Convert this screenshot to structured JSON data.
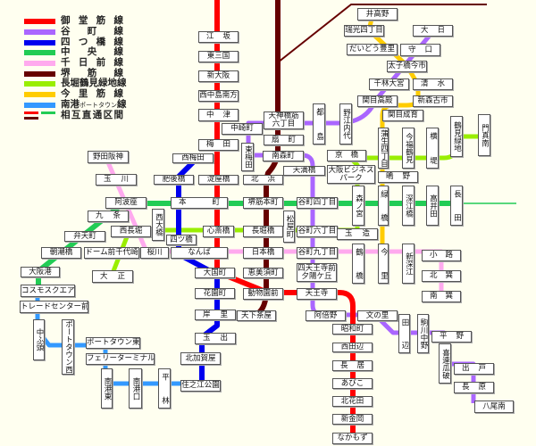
{
  "legend": [
    {
      "label": "御堂筋線",
      "color": "#ff0000"
    },
    {
      "label": "谷町線",
      "color": "#aa66ff"
    },
    {
      "label": "四つ橋線",
      "color": "#0000ee"
    },
    {
      "label": "中央線",
      "color": "#22cc55"
    },
    {
      "label": "千日前線",
      "color": "#ffaaee"
    },
    {
      "label": "堺筋線",
      "color": "#660000"
    },
    {
      "label": "長堀鶴見緑地線",
      "color": "#99ee00"
    },
    {
      "label": "今里筋線",
      "color": "#ffcc00"
    },
    {
      "label_pre": "南港",
      "label_small": "ポートタウン",
      "label_post": "線",
      "color": "#3399ff"
    },
    {
      "label": "相互直通区間",
      "color": "#660000"
    }
  ],
  "stations": [
    "江坂",
    "東三国",
    "新大阪",
    "西中島南方",
    "中津",
    "梅田",
    "中崎町",
    "天神橋筋六丁目",
    "都島",
    "野江内代",
    "扇町",
    "東梅田",
    "南森町",
    "西梅田",
    "天満橋",
    "肥後橋",
    "淀屋橋",
    "北浜",
    "野田阪神",
    "玉川",
    "阿波座",
    "本町",
    "堺筋本町",
    "谷町四丁目",
    "九条",
    "西大橋",
    "松屋町",
    "西長堀",
    "心斎橋",
    "長堀橋",
    "谷町六丁目",
    "四ツ橋",
    "弁天町",
    "朝潮橋",
    "ドーム前千代崎",
    "桜川",
    "なんば",
    "日本橋",
    "谷町九丁目",
    "大阪港",
    "大正",
    "大国町",
    "恵美須町",
    "四天王寺前夕陽ケ丘",
    "コスモスクエア",
    "花園町",
    "動物園前",
    "天王寺",
    "トレードセンター前",
    "岸里",
    "天下茶屋",
    "阿倍野",
    "文の里",
    "田辺",
    "駒川中野",
    "中ふ頭",
    "ポートタウン西",
    "昭和町",
    "平野",
    "玉出",
    "ポートタウン東",
    "喜連瓜破",
    "西田辺",
    "北加賀屋",
    "フェリーターミナル",
    "長居",
    "出戸",
    "南港東",
    "南港口",
    "平林",
    "住之江公園",
    "あびこ",
    "長原",
    "北花田",
    "八尾南",
    "新金岡",
    "なかもず",
    "井高野",
    "瑞光四丁目",
    "大日",
    "だいどう豊里",
    "守口",
    "太子橋今市",
    "千林大宮",
    "清水",
    "関目高殿",
    "新森古市",
    "関目成育",
    "門真南",
    "鶴見緑地",
    "蒲生四丁目",
    "今福鶴見",
    "横堤",
    "京橋",
    "大阪ビジネスパーク",
    "鴫野",
    "森ノ宮",
    "緑橋",
    "深江橋",
    "高井田",
    "長田",
    "玉造",
    "小路",
    "鶴橋",
    "今里",
    "新深江",
    "北巽",
    "南巽"
  ]
}
